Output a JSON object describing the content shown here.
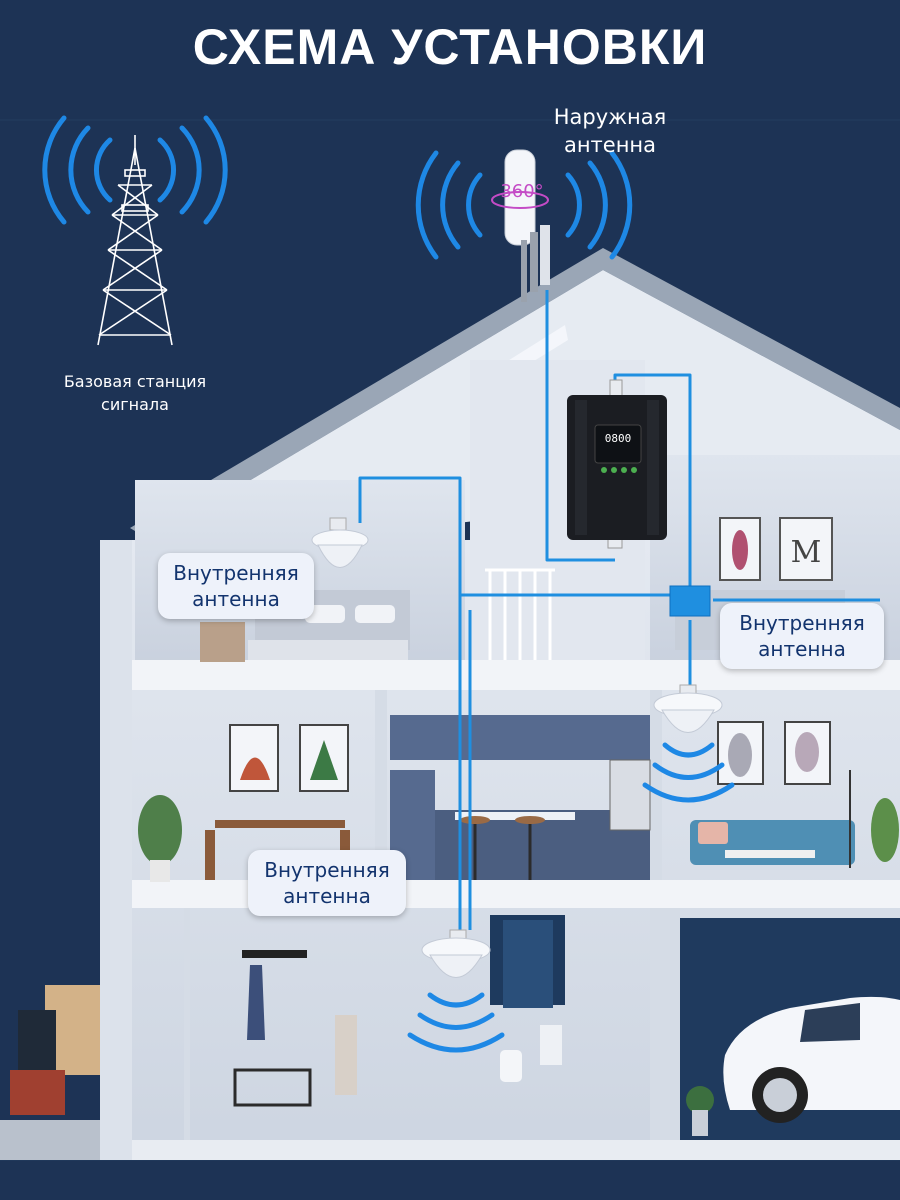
{
  "title": "СХЕМА УСТАНОВКИ",
  "outdoor_antenna": {
    "line1": "Наружная",
    "line2": "антенна",
    "badge": "360°"
  },
  "base_station": {
    "line1": "Базовая станция",
    "line2": "сигнала"
  },
  "indoor_antennas": [
    {
      "line1": "Внутренняя",
      "line2": "антенна"
    },
    {
      "line1": "Внутренняя",
      "line2": "антенна"
    },
    {
      "line1": "Внутренняя",
      "line2": "антенна"
    }
  ],
  "repeater": {
    "display": "0800"
  },
  "colors": {
    "background": "#1d3355",
    "cable": "#1f8fe0",
    "signal_wave": "#1e88e5",
    "label_text": "#13346e"
  }
}
